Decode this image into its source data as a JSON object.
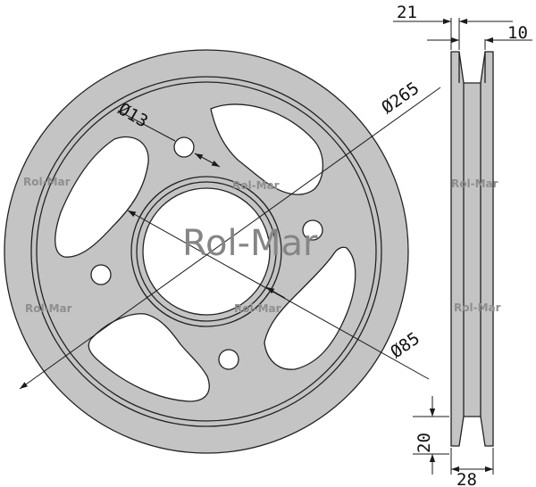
{
  "brand": "Rol-Mar",
  "watermarks": [
    "Rol-Mar",
    "Rol-Mar",
    "Rol-Mar",
    "Rol-Mar",
    "Rol-Mar",
    "Rol-Mar"
  ],
  "dimensions": {
    "outer_diameter": "Ø265",
    "bore_diameter": "Ø85",
    "hole_diameter": "Ø13",
    "top_width": "21",
    "rim_thickness": "10",
    "groove_depth": "20",
    "hub_width": "28"
  },
  "colors": {
    "body": "#c4c4c4",
    "bore": "#ffffff",
    "line": "#222222"
  }
}
